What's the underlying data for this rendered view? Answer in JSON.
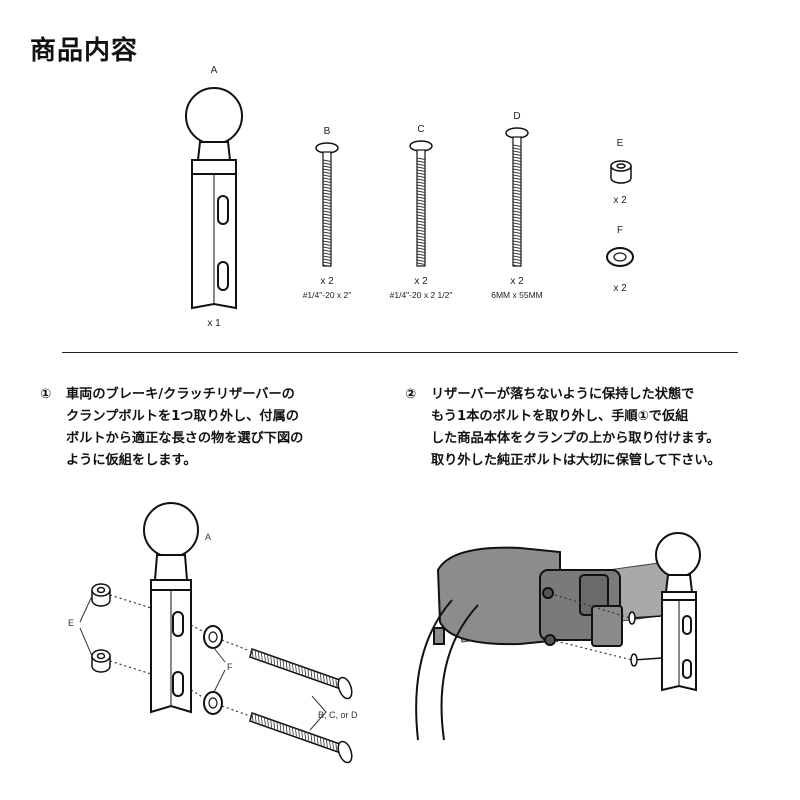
{
  "title": "商品内容",
  "parts": [
    {
      "letter": "A",
      "qty": "x 1",
      "spec": ""
    },
    {
      "letter": "B",
      "qty": "x 2",
      "spec": "#1/4\"-20 x 2\""
    },
    {
      "letter": "C",
      "qty": "x 2",
      "spec": "#1/4\"-20 x 2 1/2\""
    },
    {
      "letter": "D",
      "qty": "x 2",
      "spec": "6MM x 55MM"
    },
    {
      "letter": "E",
      "qty": "x 2",
      "spec": ""
    },
    {
      "letter": "F",
      "qty": "x 2",
      "spec": ""
    }
  ],
  "steps": [
    {
      "num": "①",
      "lines": [
        "車両のブレーキ/クラッチリザーバーの",
        "クランプボルトを1つ取り外し、付属の",
        "ボルトから適正な長さの物を選び下図の",
        "ように仮組をします。"
      ]
    },
    {
      "num": "②",
      "lines": [
        "リザーバーが落ちないように保持した状態で",
        "もう1本のボルトを取り外し、手順①で仮組",
        "した商品本体をクランプの上から取り付けます。",
        "取り外した純正ボルトは大切に保管して下さい。"
      ]
    }
  ],
  "diagram1_labels": {
    "a": "A",
    "e": "E",
    "f": "F",
    "bolts": "B, C, or D"
  }
}
